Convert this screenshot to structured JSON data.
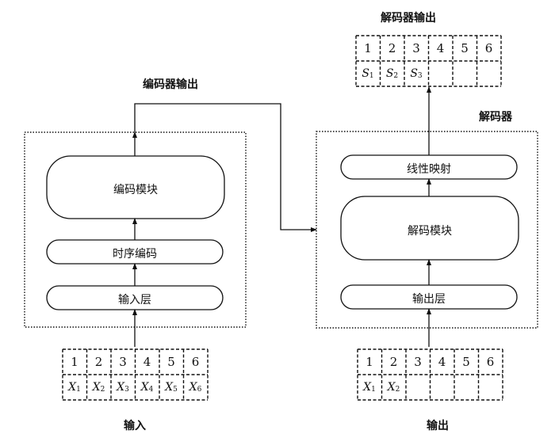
{
  "encoder": {
    "output_label": "编码器输出",
    "modules": [
      {
        "id": "encoding-module",
        "label": "编码模块"
      },
      {
        "id": "temporal-encoding",
        "label": "时序编码"
      },
      {
        "id": "input-layer",
        "label": "输入层"
      }
    ]
  },
  "decoder": {
    "title": "解码器",
    "output_label": "解码器输出",
    "modules": [
      {
        "id": "linear-projection",
        "label": "线性映射"
      },
      {
        "id": "decoding-module",
        "label": "解码模块"
      },
      {
        "id": "output-layer",
        "label": "输出层"
      }
    ]
  },
  "input_grid": {
    "caption": "输入",
    "indices": [
      "1",
      "2",
      "3",
      "4",
      "5",
      "6"
    ],
    "symbols": [
      {
        "base": "X",
        "sub": "1"
      },
      {
        "base": "X",
        "sub": "2"
      },
      {
        "base": "X",
        "sub": "3"
      },
      {
        "base": "X",
        "sub": "4"
      },
      {
        "base": "X",
        "sub": "5"
      },
      {
        "base": "X",
        "sub": "6"
      }
    ]
  },
  "output_grid": {
    "caption": "输出",
    "indices": [
      "1",
      "2",
      "3",
      "4",
      "5",
      "6"
    ],
    "symbols": [
      {
        "base": "X",
        "sub": "1"
      },
      {
        "base": "X",
        "sub": "2"
      },
      null,
      null,
      null,
      null
    ]
  },
  "decoder_output_grid": {
    "indices": [
      "1",
      "2",
      "3",
      "4",
      "5",
      "6"
    ],
    "symbols": [
      {
        "base": "S",
        "sub": "1"
      },
      {
        "base": "S",
        "sub": "2"
      },
      {
        "base": "S",
        "sub": "3"
      },
      null,
      null,
      null
    ]
  }
}
